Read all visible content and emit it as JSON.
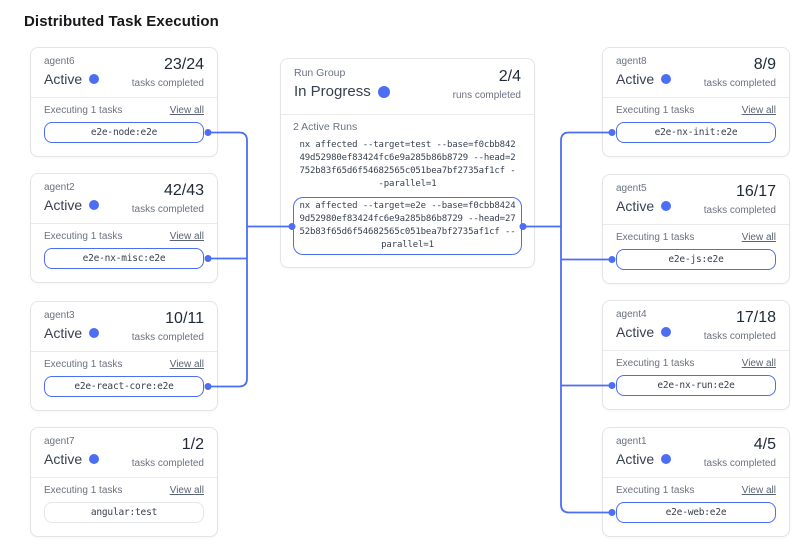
{
  "title": "Distributed Task Execution",
  "colors": {
    "accent": "#4c6ef5",
    "card_border": "#e4e4e7",
    "text_dark": "#1f2937",
    "text_gray": "#6b7280"
  },
  "labels": {
    "executing": "Executing 1 tasks",
    "view_all": "View all",
    "tasks_completed": "tasks completed",
    "runs_completed": "runs completed"
  },
  "agents": [
    {
      "name": "agent6",
      "status": "Active",
      "progress": "23/24",
      "task": "e2e-node:e2e",
      "linked": true
    },
    {
      "name": "agent2",
      "status": "Active",
      "progress": "42/43",
      "task": "e2e-nx-misc:e2e",
      "linked": true
    },
    {
      "name": "agent3",
      "status": "Active",
      "progress": "10/11",
      "task": "e2e-react-core:e2e",
      "linked": true
    },
    {
      "name": "agent7",
      "status": "Active",
      "progress": "1/2",
      "task": "angular:test",
      "linked": false
    },
    {
      "name": "agent8",
      "status": "Active",
      "progress": "8/9",
      "task": "e2e-nx-init:e2e",
      "linked": true
    },
    {
      "name": "agent5",
      "status": "Active",
      "progress": "16/17",
      "task": "e2e-js:e2e",
      "linked": true
    },
    {
      "name": "agent4",
      "status": "Active",
      "progress": "17/18",
      "task": "e2e-nx-run:e2e",
      "linked": true
    },
    {
      "name": "agent1",
      "status": "Active",
      "progress": "4/5",
      "task": "e2e-web:e2e",
      "linked": true
    }
  ],
  "run_group": {
    "label": "Run Group",
    "status": "In Progress",
    "progress": "2/4",
    "active_runs": "2 Active Runs",
    "commands": [
      {
        "text": "nx affected --target=test --base=f0cbb84249d52980ef83424fc6e9a285b86b8729 --head=2752b83f65d6f54682565c051bea7bf2735af1cf --parallel=1"
      },
      {
        "text": "nx affected --target=e2e --base=f0cbb84249d52980ef83424fc6e9a285b86b8729 --head=2752b83f65d6f54682565c051bea7bf2735af1cf --parallel=1"
      }
    ]
  }
}
